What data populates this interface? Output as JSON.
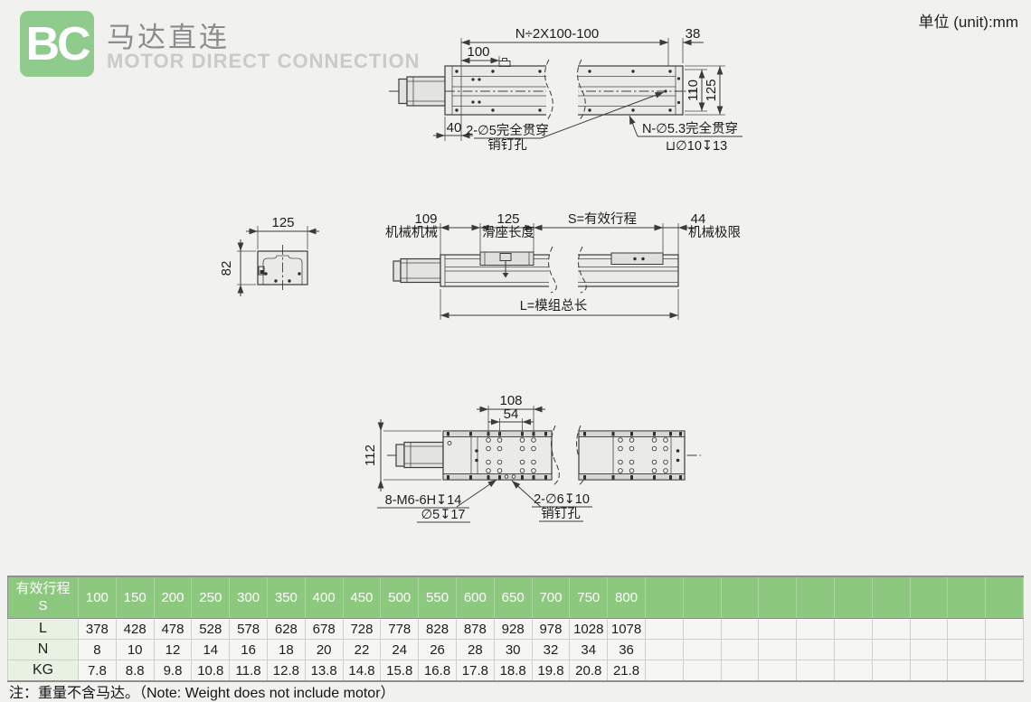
{
  "header": {
    "logo": "BC",
    "title_cn": "马达直连",
    "title_en": "MOTOR DIRECT CONNECTION",
    "unit": "单位 (unit):mm"
  },
  "colors": {
    "logo_green": "#8fcb8c",
    "table_header_green": "#8cc87e",
    "table_label_green": "#e9f2e2",
    "title_cn_gray": "#8c8c8c",
    "title_en_gray": "#cacac8",
    "page_bg": "#f1f1ef"
  },
  "drawing_top": {
    "dim_total": "N÷2X100-100",
    "dim_38": "38",
    "dim_100": "100",
    "dim_40": "40",
    "dim_110": "110",
    "dim_125": "125",
    "callout_pin_line1": "2-∅5完全贯穿",
    "callout_pin_line2": "销钉孔",
    "callout_n_line1": "N-∅5.3完全贯穿",
    "callout_n_line2": "⊔∅10↧13"
  },
  "drawing_side": {
    "section_dim_125": "125",
    "section_dim_82": "82",
    "dim_109": "109",
    "label_109": "机械机械",
    "dim_125": "125",
    "label_125": "滑座长度",
    "dim_stroke": "S=有效行程",
    "dim_44": "44",
    "label_44": "机械极限",
    "dim_total": "L=模组总长"
  },
  "drawing_bottom": {
    "dim_108": "108",
    "dim_54": "54",
    "dim_112": "112",
    "callout_m6_line1": "8-M6-6H↧14",
    "callout_m6_line2": "∅5↧17",
    "callout_pin_line1": "2-∅6↧10",
    "callout_pin_line2": "销钉孔"
  },
  "table": {
    "header_label_line1": "有效行程",
    "header_label_line2": "S",
    "strokes": [
      "100",
      "150",
      "200",
      "250",
      "300",
      "350",
      "400",
      "450",
      "500",
      "550",
      "600",
      "650",
      "700",
      "750",
      "800"
    ],
    "empty_cols": 10,
    "rows": [
      {
        "label": "L",
        "values": [
          "378",
          "428",
          "478",
          "528",
          "578",
          "628",
          "678",
          "728",
          "778",
          "828",
          "878",
          "928",
          "978",
          "1028",
          "1078"
        ]
      },
      {
        "label": "N",
        "values": [
          "8",
          "10",
          "12",
          "14",
          "16",
          "18",
          "20",
          "22",
          "24",
          "26",
          "28",
          "30",
          "32",
          "34",
          "36"
        ]
      },
      {
        "label": "KG",
        "values": [
          "7.8",
          "8.8",
          "9.8",
          "10.8",
          "11.8",
          "12.8",
          "13.8",
          "14.8",
          "15.8",
          "16.8",
          "17.8",
          "18.8",
          "19.8",
          "20.8",
          "21.8"
        ]
      }
    ]
  },
  "note": "注：重量不含马达。（Note: Weight does not include motor）"
}
